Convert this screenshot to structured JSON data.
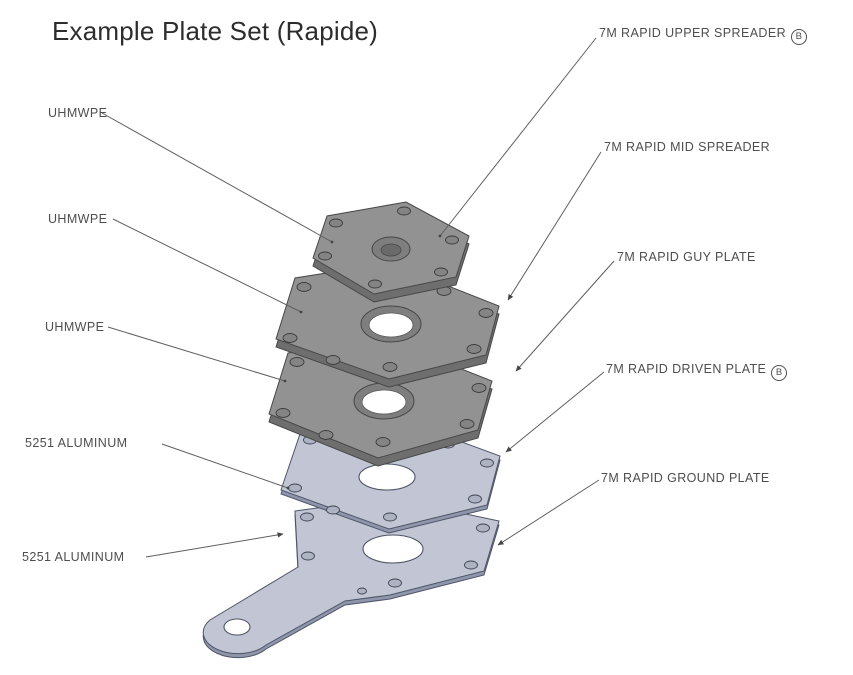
{
  "title": "Example Plate Set (Rapide)",
  "labels": {
    "left": [
      {
        "text": "UHMWPE"
      },
      {
        "text": "UHMWPE"
      },
      {
        "text": "UHMWPE"
      },
      {
        "text": "5251 ALUMINUM"
      },
      {
        "text": "5251 ALUMINUM"
      }
    ],
    "right": [
      {
        "text": "7M RAPID UPPER SPREADER",
        "badge": "B"
      },
      {
        "text": "7M RAPID MID SPREADER"
      },
      {
        "text": "7M RAPID GUY PLATE"
      },
      {
        "text": "7M RAPID DRIVEN PLATE",
        "badge": "B"
      },
      {
        "text": "7M RAPID GROUND PLATE"
      }
    ]
  },
  "plates": [
    {
      "name": "7M RAPID UPPER SPREADER",
      "material": "UHMWPE",
      "badge": "B"
    },
    {
      "name": "7M RAPID MID SPREADER",
      "material": "UHMWPE"
    },
    {
      "name": "7M RAPID GUY PLATE",
      "material": "UHMWPE"
    },
    {
      "name": "7M RAPID DRIVEN PLATE",
      "material": "5251 ALUMINUM",
      "badge": "B"
    },
    {
      "name": "7M RAPID GROUND PLATE",
      "material": "5251 ALUMINUM"
    }
  ],
  "colors": {
    "background": "#ffffff",
    "uhmwpe_plate_top": "#929292",
    "uhmwpe_plate_side": "#6e6e6e",
    "aluminum_plate_top": "#c2c6d4",
    "aluminum_plate_side": "#8f96ac",
    "outline": "#474747",
    "leader_line": "#5f5f5f",
    "label_text": "#4e4e4e",
    "title_text": "#2d2d2d"
  }
}
